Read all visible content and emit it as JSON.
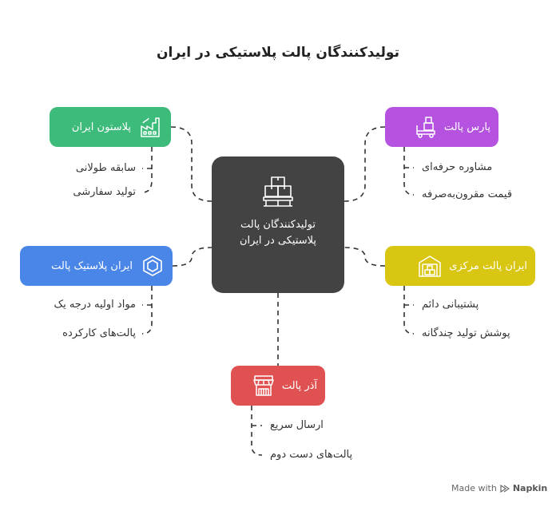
{
  "title": "تولیدکنندگان پالت پلاستیکی در ایران",
  "center": {
    "label": "تولیدکنندگان پالت پلاستیکی در ایران",
    "icon": "boxes-on-pallet-icon"
  },
  "nodes": [
    {
      "id": "plaston",
      "label": "پلاستون ایران",
      "color": "#3dbb7a",
      "icon": "factory-icon",
      "items": [
        "سابقه طولانی",
        "تولید سفارشی"
      ]
    },
    {
      "id": "pars",
      "label": "پارس پالت",
      "color": "#b553e0",
      "icon": "hand-truck-icon",
      "items": [
        "مشاوره حرفه‌ای",
        "قیمت مقرون‌به‌صرفه"
      ]
    },
    {
      "id": "iranplastic",
      "label": "ایران پلاستیک پالت",
      "color": "#4a86e8",
      "icon": "hexagon-icon",
      "items": [
        "مواد اولیه درجه یک",
        "پالت‌های کارکرده"
      ]
    },
    {
      "id": "markazi",
      "label": "ایران پالت مرکزی",
      "color": "#d9c612",
      "icon": "warehouse-icon",
      "items": [
        "پشتیبانی دائم",
        "پوشش تولید چندگانه"
      ]
    },
    {
      "id": "azar",
      "label": "آذر پالت",
      "color": "#e05252",
      "icon": "shop-icon",
      "items": [
        "ارسال سریع",
        "پالت‌های دست دوم"
      ]
    }
  ],
  "footer": {
    "made_with": "Made with",
    "brand": "Napkin"
  }
}
